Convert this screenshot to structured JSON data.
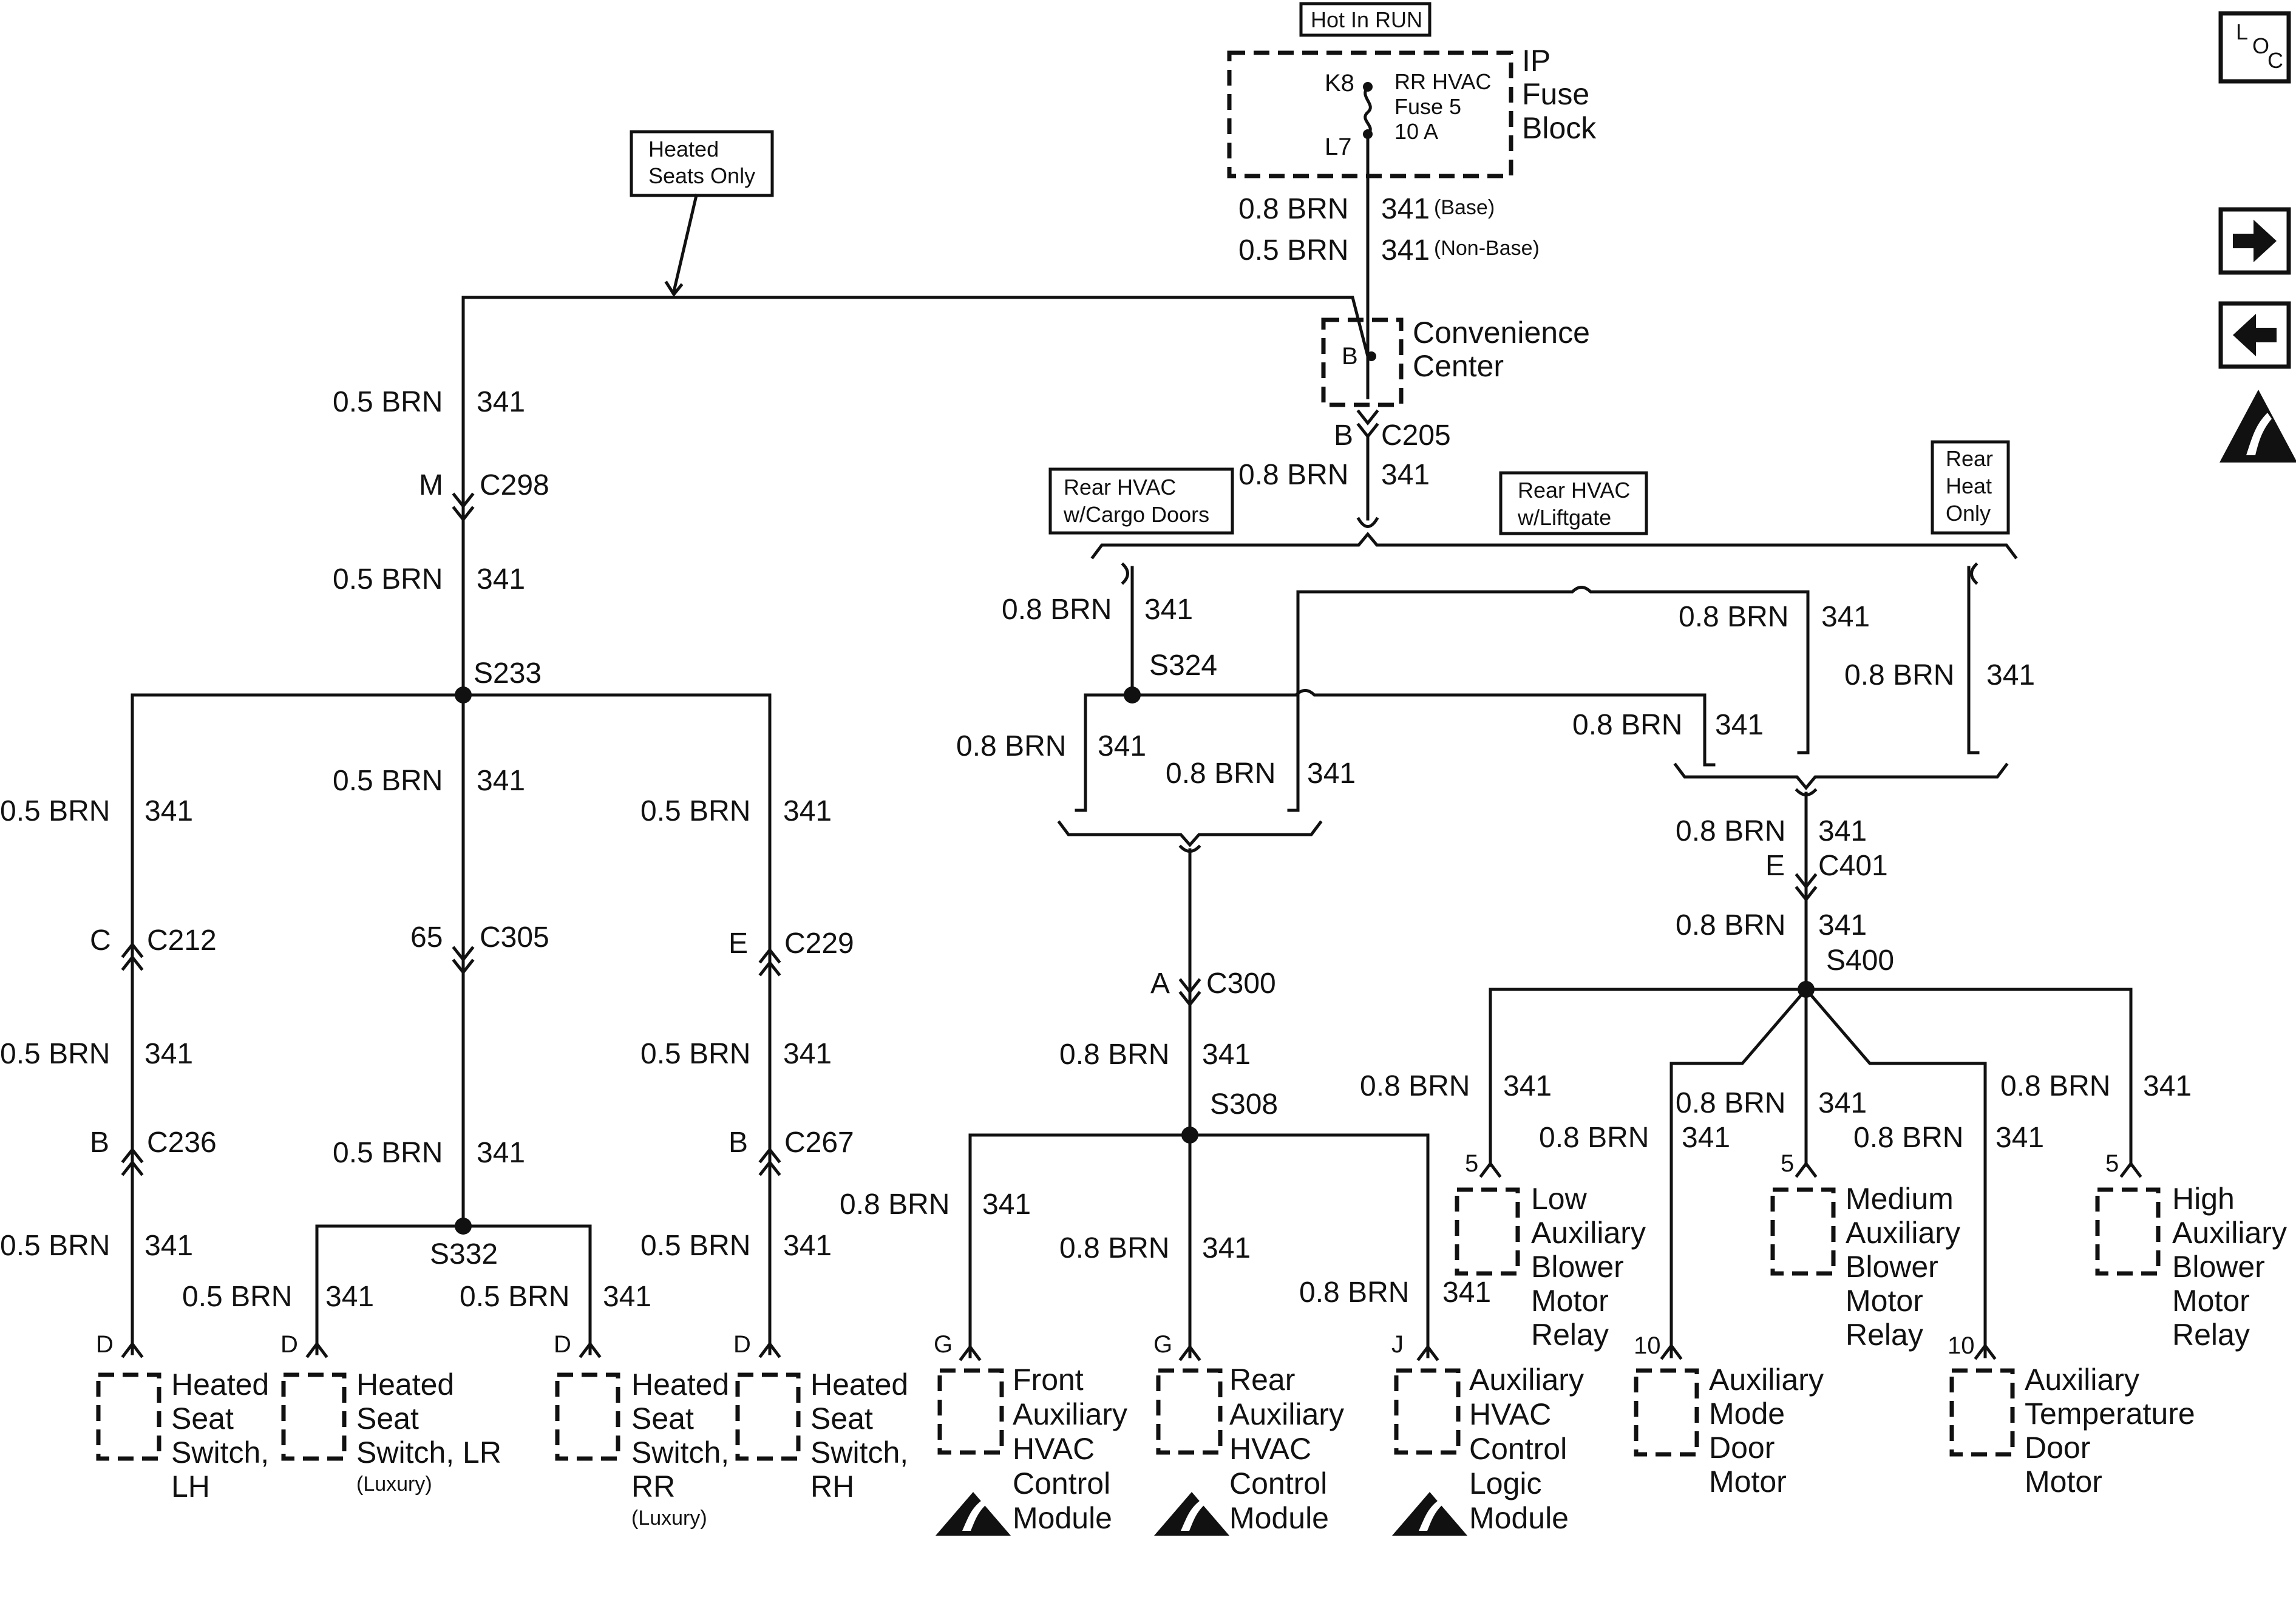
{
  "header": {
    "hot_in_run": "Hot In RUN",
    "fuse_block": [
      "IP",
      "Fuse",
      "Block"
    ],
    "fuse_pins": {
      "top": "K8",
      "bottom": "L7"
    },
    "fuse_desc": [
      "RR HVAC",
      "Fuse 5",
      "10 A"
    ],
    "feed_base": {
      "wire": "0.8 BRN",
      "circuit": "341",
      "note": "(Base)"
    },
    "feed_nonbase": {
      "wire": "0.5 BRN",
      "circuit": "341",
      "note": "(Non-Base)"
    },
    "convenience_center": [
      "Convenience",
      "Center"
    ],
    "convenience_pin": "B",
    "c205": {
      "pin": "B",
      "connector": "C205"
    },
    "c205_wire": {
      "wire": "0.8 BRN",
      "circuit": "341"
    }
  },
  "notes": {
    "heated_seats_only": [
      "Heated",
      "Seats Only"
    ],
    "rear_hvac_cargo": [
      "Rear HVAC",
      "w/Cargo Doors"
    ],
    "rear_hvac_liftgate": [
      "Rear HVAC",
      "w/Liftgate"
    ],
    "rear_heat_only": [
      "Rear",
      "Heat",
      "Only"
    ]
  },
  "icons": {
    "loc": [
      "L",
      "O",
      "C"
    ],
    "nav": [
      "arrow-right-icon",
      "arrow-left-icon",
      "esd-warning-icon"
    ]
  },
  "seat_branch": {
    "wire_a": {
      "wire": "0.5 BRN",
      "circuit": "341"
    },
    "c298": {
      "pin": "M",
      "connector": "C298"
    },
    "wire_b": {
      "wire": "0.5 BRN",
      "circuit": "341"
    },
    "splice": "S233",
    "lh_wire1": {
      "wire": "0.5 BRN",
      "circuit": "341"
    },
    "c212": {
      "pin": "C",
      "connector": "C212"
    },
    "lh_wire2": {
      "wire": "0.5 BRN",
      "circuit": "341"
    },
    "c236": {
      "pin": "B",
      "connector": "C236"
    },
    "lh_wire3": {
      "wire": "0.5 BRN",
      "circuit": "341"
    },
    "mid_wire1": {
      "wire": "0.5 BRN",
      "circuit": "341"
    },
    "c305": {
      "pin": "65",
      "connector": "C305"
    },
    "mid_wire2": {
      "wire": "0.5 BRN",
      "circuit": "341"
    },
    "splice2": "S332",
    "lr_wire": {
      "wire": "0.5 BRN",
      "circuit": "341"
    },
    "rr_wire": {
      "wire": "0.5 BRN",
      "circuit": "341"
    },
    "rh_wire1": {
      "wire": "0.5 BRN",
      "circuit": "341"
    },
    "c229": {
      "pin": "E",
      "connector": "C229"
    },
    "rh_wire2": {
      "wire": "0.5 BRN",
      "circuit": "341"
    },
    "c267": {
      "pin": "B",
      "connector": "C267"
    },
    "rh_wire3": {
      "wire": "0.5 BRN",
      "circuit": "341"
    },
    "components": [
      {
        "pin": "D",
        "lines": [
          "Heated",
          "Seat",
          "Switch,",
          "LH"
        ],
        "note": ""
      },
      {
        "pin": "D",
        "lines": [
          "Heated",
          "Seat",
          "Switch, LR"
        ],
        "note": "(Luxury)"
      },
      {
        "pin": "D",
        "lines": [
          "Heated",
          "Seat",
          "Switch,",
          "RR"
        ],
        "note": "(Luxury)"
      },
      {
        "pin": "D",
        "lines": [
          "Heated",
          "Seat",
          "Switch,",
          "RH"
        ],
        "note": ""
      }
    ]
  },
  "hvac_branch": {
    "cargo_wire": {
      "wire": "0.8 BRN",
      "circuit": "341"
    },
    "splice_s324": "S324",
    "s324_left_wire": {
      "wire": "0.8 BRN",
      "circuit": "341"
    },
    "cross_wire": {
      "wire": "0.8 BRN",
      "circuit": "341"
    },
    "s324_right_wire": {
      "wire": "0.8 BRN",
      "circuit": "341"
    },
    "liftgate_wire": {
      "wire": "0.8 BRN",
      "circuit": "341"
    },
    "rear_heat_wire": {
      "wire": "0.8 BRN",
      "circuit": "341"
    },
    "c300": {
      "pin": "A",
      "connector": "C300"
    },
    "c300_wire": {
      "wire": "0.8 BRN",
      "circuit": "341"
    },
    "splice_s308": "S308",
    "front_wire": {
      "wire": "0.8 BRN",
      "circuit": "341"
    },
    "rear_wire": {
      "wire": "0.8 BRN",
      "circuit": "341"
    },
    "logic_wire": {
      "wire": "0.8 BRN",
      "circuit": "341"
    },
    "c401_wire_top": {
      "wire": "0.8 BRN",
      "circuit": "341"
    },
    "c401": {
      "pin": "E",
      "connector": "C401"
    },
    "c401_wire_bot": {
      "wire": "0.8 BRN",
      "circuit": "341"
    },
    "splice_s400": "S400",
    "low_wire": {
      "wire": "0.8 BRN",
      "circuit": "341"
    },
    "mode_wire": {
      "wire": "0.8 BRN",
      "circuit": "341"
    },
    "med_wire": {
      "wire": "0.8 BRN",
      "circuit": "341"
    },
    "temp_wire": {
      "wire": "0.8 BRN",
      "circuit": "341"
    },
    "high_wire": {
      "wire": "0.8 BRN",
      "circuit": "341"
    },
    "modules": [
      {
        "pin": "G",
        "lines": [
          "Front",
          "Auxiliary",
          "HVAC",
          "Control",
          "Module"
        ]
      },
      {
        "pin": "G",
        "lines": [
          "Rear",
          "Auxiliary",
          "HVAC",
          "Control",
          "Module"
        ]
      },
      {
        "pin": "J",
        "lines": [
          "Auxiliary",
          "HVAC",
          "Control",
          "Logic",
          "Module"
        ]
      }
    ],
    "relays": [
      {
        "pin": "5",
        "lines": [
          "Low",
          "Auxiliary",
          "Blower",
          "Motor",
          "Relay"
        ]
      },
      {
        "pin": "10",
        "lines": [
          "Auxiliary",
          "Mode",
          "Door",
          "Motor"
        ]
      },
      {
        "pin": "5",
        "lines": [
          "Medium",
          "Auxiliary",
          "Blower",
          "Motor",
          "Relay"
        ]
      },
      {
        "pin": "10",
        "lines": [
          "Auxiliary",
          "Temperature",
          "Door",
          "Motor"
        ]
      },
      {
        "pin": "5",
        "lines": [
          "High",
          "Auxiliary",
          "Blower",
          "Motor",
          "Relay"
        ]
      }
    ]
  }
}
